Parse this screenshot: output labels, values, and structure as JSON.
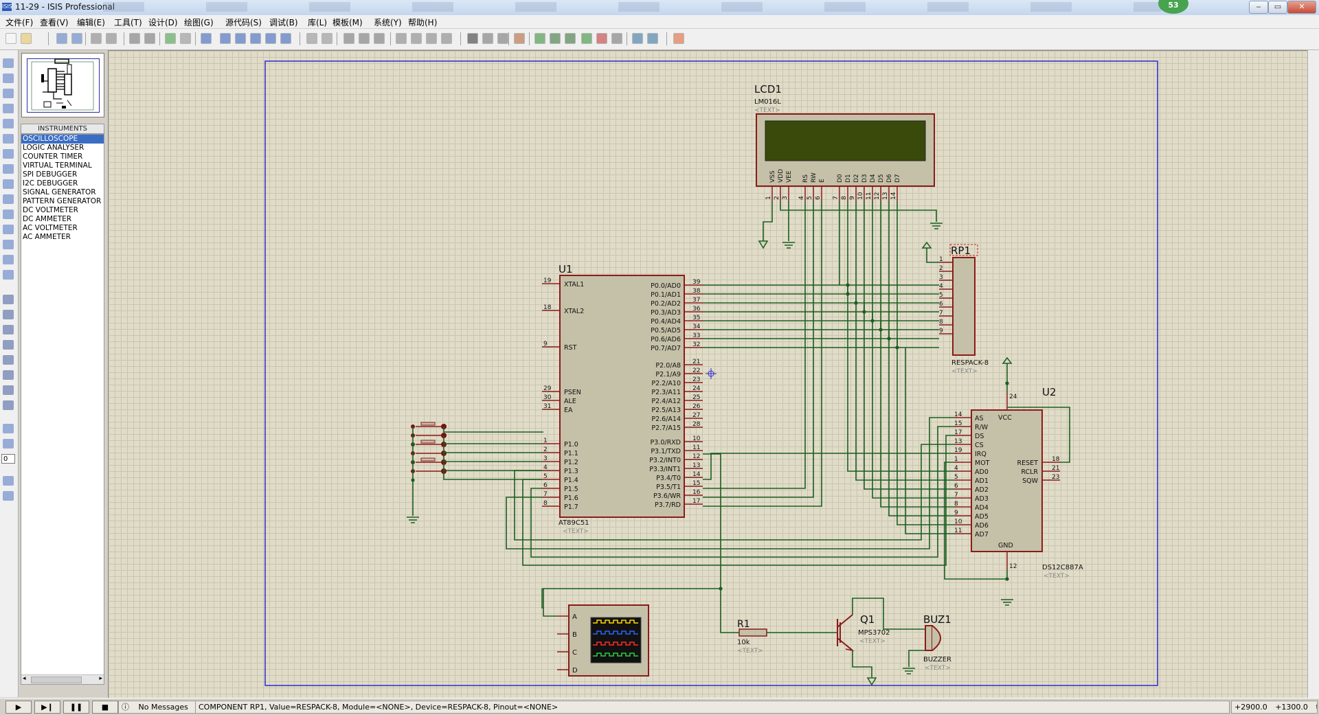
{
  "window": {
    "title": "11-29 - ISIS Professional",
    "app_icon": "ISIS",
    "badge": "53"
  },
  "menu": [
    "文件(F)",
    "查看(V)",
    "编辑(E)",
    "工具(T)",
    "设计(D)",
    "绘图(G)",
    "源代码(S)",
    "调试(B)",
    "库(L)",
    "模板(M)",
    "系统(Y)",
    "帮助(H)"
  ],
  "device_panel": {
    "header": "INSTRUMENTS",
    "items": [
      "OSCILLOSCOPE",
      "LOGIC ANALYSER",
      "COUNTER TIMER",
      "VIRTUAL TERMINAL",
      "SPI DEBUGGER",
      "I2C DEBUGGER",
      "SIGNAL GENERATOR",
      "PATTERN GENERATOR",
      "DC VOLTMETER",
      "DC AMMETER",
      "AC VOLTMETER",
      "AC AMMETER"
    ],
    "selected": "OSCILLOSCOPE"
  },
  "rotation_value": "0",
  "schematic": {
    "lcd": {
      "ref": "LCD1",
      "part": "LM016L",
      "text": "<TEXT>",
      "pins": [
        "VSS",
        "VDD",
        "VEE",
        "RS",
        "RW",
        "E",
        "D0",
        "D1",
        "D2",
        "D3",
        "D4",
        "D5",
        "D6",
        "D7"
      ],
      "pin_numbers": [
        "1",
        "2",
        "3",
        "4",
        "5",
        "6",
        "7",
        "8",
        "9",
        "10",
        "11",
        "12",
        "13",
        "14"
      ]
    },
    "rp1": {
      "ref": "RP1",
      "part": "RESPACK-8",
      "text": "<TEXT>",
      "pins": [
        "1",
        "2",
        "3",
        "4",
        "5",
        "6",
        "7",
        "8",
        "9"
      ]
    },
    "u1": {
      "ref": "U1",
      "part": "AT89C51",
      "text": "<TEXT>",
      "left_pins": [
        [
          "19",
          "XTAL1"
        ],
        [
          "18",
          "XTAL2"
        ],
        [
          "9",
          "RST"
        ],
        [
          "29",
          "PSEN"
        ],
        [
          "30",
          "ALE"
        ],
        [
          "31",
          "EA"
        ],
        [
          "1",
          "P1.0"
        ],
        [
          "2",
          "P1.1"
        ],
        [
          "3",
          "P1.2"
        ],
        [
          "4",
          "P1.3"
        ],
        [
          "5",
          "P1.4"
        ],
        [
          "6",
          "P1.5"
        ],
        [
          "7",
          "P1.6"
        ],
        [
          "8",
          "P1.7"
        ]
      ],
      "right_pins": [
        [
          "39",
          "P0.0/AD0"
        ],
        [
          "38",
          "P0.1/AD1"
        ],
        [
          "37",
          "P0.2/AD2"
        ],
        [
          "36",
          "P0.3/AD3"
        ],
        [
          "35",
          "P0.4/AD4"
        ],
        [
          "34",
          "P0.5/AD5"
        ],
        [
          "33",
          "P0.6/AD6"
        ],
        [
          "32",
          "P0.7/AD7"
        ],
        [
          "21",
          "P2.0/A8"
        ],
        [
          "22",
          "P2.1/A9"
        ],
        [
          "23",
          "P2.2/A10"
        ],
        [
          "24",
          "P2.3/A11"
        ],
        [
          "25",
          "P2.4/A12"
        ],
        [
          "26",
          "P2.5/A13"
        ],
        [
          "27",
          "P2.6/A14"
        ],
        [
          "28",
          "P2.7/A15"
        ],
        [
          "10",
          "P3.0/RXD"
        ],
        [
          "11",
          "P3.1/TXD"
        ],
        [
          "12",
          "P3.2/INT0"
        ],
        [
          "13",
          "P3.3/INT1"
        ],
        [
          "14",
          "P3.4/T0"
        ],
        [
          "15",
          "P3.5/T1"
        ],
        [
          "16",
          "P3.6/WR"
        ],
        [
          "17",
          "P3.7/RD"
        ]
      ]
    },
    "u2": {
      "ref": "U2",
      "part": "DS12C887A",
      "text": "<TEXT>",
      "left_pins": [
        [
          "14",
          "AS"
        ],
        [
          "15",
          "R/W"
        ],
        [
          "17",
          "DS"
        ],
        [
          "13",
          "CS"
        ],
        [
          "19",
          "IRQ"
        ],
        [
          "1",
          "MOT"
        ],
        [
          "4",
          "AD0"
        ],
        [
          "5",
          "AD1"
        ],
        [
          "6",
          "AD2"
        ],
        [
          "7",
          "AD3"
        ],
        [
          "8",
          "AD4"
        ],
        [
          "9",
          "AD5"
        ],
        [
          "10",
          "AD6"
        ],
        [
          "11",
          "AD7"
        ]
      ],
      "right_pins": [
        [
          "18",
          "RESET"
        ],
        [
          "21",
          "RCLR"
        ],
        [
          "23",
          "SQW"
        ]
      ],
      "top_pin": [
        "24",
        "VCC"
      ],
      "bottom_pin": [
        "12",
        "GND"
      ]
    },
    "r1": {
      "ref": "R1",
      "value": "10k",
      "text": "<TEXT>"
    },
    "q1": {
      "ref": "Q1",
      "part": "MPS3702",
      "text": "<TEXT>"
    },
    "buz1": {
      "ref": "BUZ1",
      "part": "BUZZER",
      "text": "<TEXT>"
    },
    "scope": {
      "channels": [
        "A",
        "B",
        "C",
        "D"
      ]
    }
  },
  "status": {
    "messages": "No Messages",
    "info": "COMPONENT RP1, Value=RESPACK-8, Module=<NONE>, Device=RESPACK-8, Pinout=<NONE>",
    "coord_x": "+2900.0",
    "coord_y": "+1300.0",
    "unit": "th"
  },
  "colors": {
    "canvas": "#e0dcc8",
    "wire": "#1b5e20",
    "component": "#8b1a1a",
    "body": "#c5c1a8",
    "lcd_screen": "#3a4a0a"
  }
}
